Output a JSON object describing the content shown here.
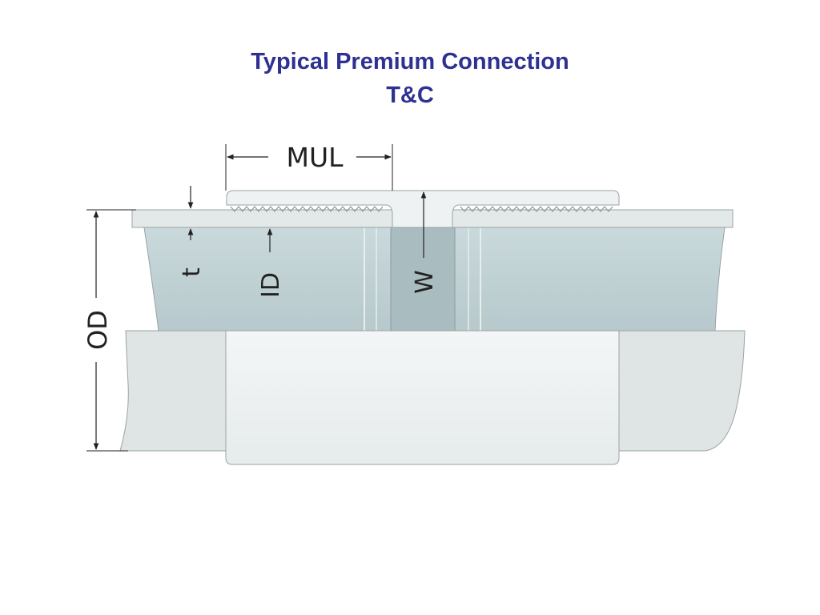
{
  "title": {
    "line1": "Typical Premium Connection",
    "line2": "T&C"
  },
  "labels": {
    "mul": "MUL",
    "t": "t",
    "id": "ID",
    "w": "W",
    "od": "OD"
  },
  "colors": {
    "title": "#2e3192",
    "bore": "#bfd1d4",
    "bore_center": "#a9bcbf",
    "pipe_outer": "#dfe4e4",
    "coupling_face": "#eef2f2",
    "outline": "#9aa3a5",
    "dimension_line": "#222222"
  }
}
